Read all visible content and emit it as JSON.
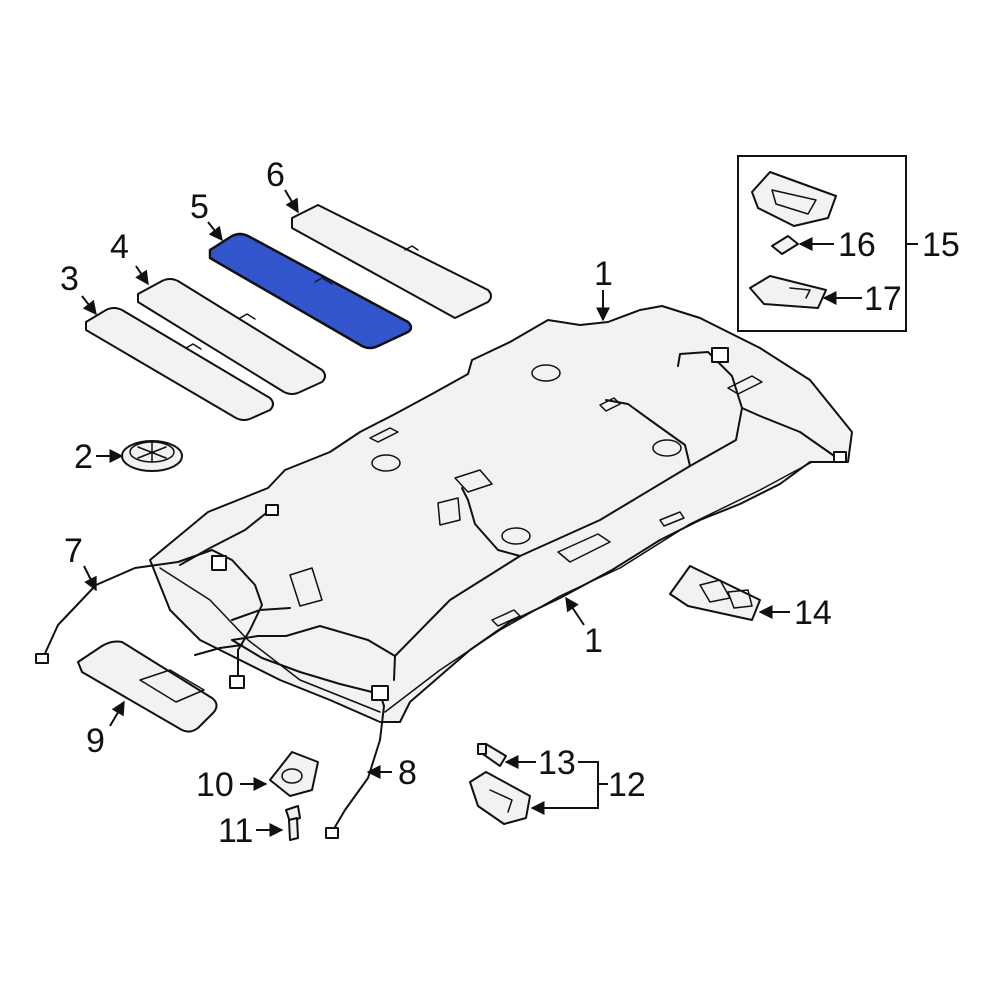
{
  "diagram": {
    "highlight_color": "#3355cc",
    "callouts": {
      "c1_top": "1",
      "c1_bottom": "1",
      "c2": "2",
      "c3": "3",
      "c4": "4",
      "c5": "5",
      "c6": "6",
      "c7": "7",
      "c8": "8",
      "c9": "9",
      "c10": "10",
      "c11": "11",
      "c12": "12",
      "c13": "13",
      "c14": "14",
      "c15": "15",
      "c16": "16",
      "c17": "17"
    }
  }
}
